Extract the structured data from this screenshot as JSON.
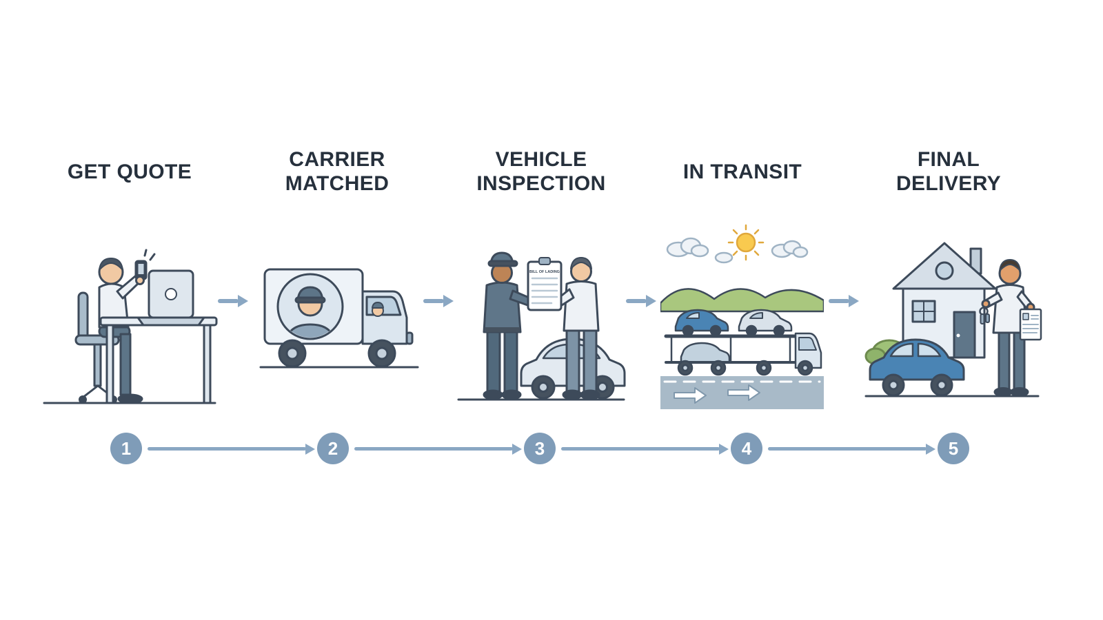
{
  "steps": [
    {
      "number": "1",
      "label": "GET QUOTE"
    },
    {
      "number": "2",
      "label": "CARRIER\nMATCHED"
    },
    {
      "number": "3",
      "label": "VEHICLE\nINSPECTION",
      "clipboard_title": "BILL OF LADING"
    },
    {
      "number": "4",
      "label": "IN TRANSIT"
    },
    {
      "number": "5",
      "label": "FINAL\nDELIVERY"
    }
  ],
  "colors": {
    "title_text": "#26303c",
    "arrow": "#8aa7c3",
    "step_circle": "#7f9cb8",
    "step_number": "#ffffff",
    "outline": "#3d4a5a",
    "accent_blue_car": "#4a84b4",
    "hill_green": "#a9c77e",
    "sun_yellow": "#f9ca4f"
  }
}
